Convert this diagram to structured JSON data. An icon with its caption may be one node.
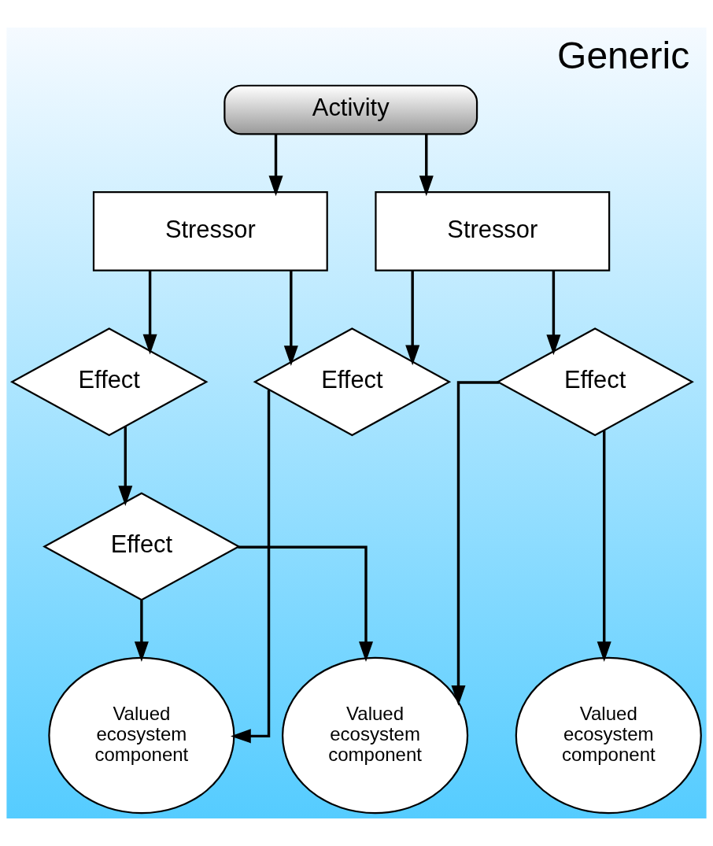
{
  "diagram": {
    "title": "Generic",
    "nodes": [
      {
        "text": [
          "Activity"
        ]
      },
      {
        "text": [
          "Stressor"
        ]
      },
      {
        "text": [
          "Stressor"
        ]
      },
      {
        "text": [
          "Effect"
        ]
      },
      {
        "text": [
          "Effect"
        ]
      },
      {
        "text": [
          "Effect"
        ]
      },
      {
        "text": [
          "Effect"
        ]
      },
      {
        "text": [
          "Valued ecosystem component"
        ]
      },
      {
        "text": [
          "Valued ecosystem component"
        ]
      },
      {
        "text": [
          "Valued ecosystem component"
        ]
      }
    ],
    "edges": [
      {
        "from": 0,
        "to": 1,
        "arrow": "to"
      },
      {
        "from": 0,
        "to": 2,
        "arrow": "to"
      },
      {
        "from": 1,
        "to": 3,
        "arrow": "to"
      },
      {
        "from": 1,
        "to": 4,
        "arrow": "to"
      },
      {
        "from": 2,
        "to": 3,
        "arrow": "to"
      },
      {
        "from": 2,
        "to": 5,
        "arrow": "to"
      },
      {
        "from": 3,
        "to": 7,
        "arrow": "to"
      },
      {
        "from": 4,
        "to": 6,
        "arrow": "to"
      },
      {
        "from": 6,
        "to": 7,
        "arrow": "to"
      },
      {
        "from": 6,
        "to": 9,
        "arrow": "to"
      },
      {
        "from": 5,
        "to": 8,
        "arrow": "to"
      },
      {
        "from": 5,
        "to": 9,
        "arrow": "to"
      }
    ]
  }
}
